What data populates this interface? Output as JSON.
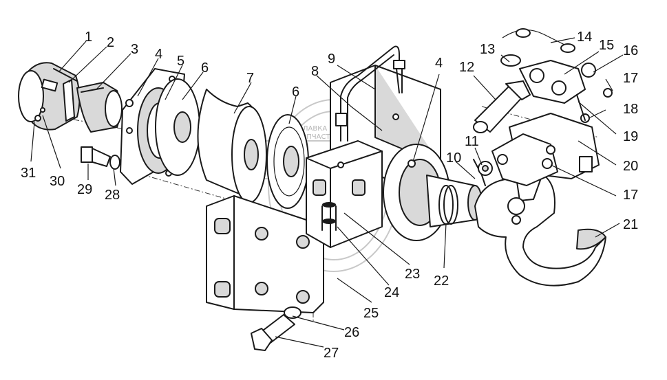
{
  "watermark": {
    "line1": "ЛАВКА",
    "line2": "ЗАПЧАСТЕЙ"
  },
  "callouts": [
    {
      "id": "c1",
      "text": "1"
    },
    {
      "id": "c2",
      "text": "2"
    },
    {
      "id": "c3",
      "text": "3"
    },
    {
      "id": "c4a",
      "text": "4"
    },
    {
      "id": "c5",
      "text": "5"
    },
    {
      "id": "c6a",
      "text": "6"
    },
    {
      "id": "c7",
      "text": "7"
    },
    {
      "id": "c6b",
      "text": "6"
    },
    {
      "id": "c8",
      "text": "8"
    },
    {
      "id": "c9",
      "text": "9"
    },
    {
      "id": "c4b",
      "text": "4"
    },
    {
      "id": "c12",
      "text": "12"
    },
    {
      "id": "c13",
      "text": "13"
    },
    {
      "id": "c14",
      "text": "14"
    },
    {
      "id": "c15",
      "text": "15"
    },
    {
      "id": "c16",
      "text": "16"
    },
    {
      "id": "c17a",
      "text": "17"
    },
    {
      "id": "c18",
      "text": "18"
    },
    {
      "id": "c19",
      "text": "19"
    },
    {
      "id": "c20",
      "text": "20"
    },
    {
      "id": "c17b",
      "text": "17"
    },
    {
      "id": "c21",
      "text": "21"
    },
    {
      "id": "c11",
      "text": "11"
    },
    {
      "id": "c10",
      "text": "10"
    },
    {
      "id": "c22",
      "text": "22"
    },
    {
      "id": "c23",
      "text": "23"
    },
    {
      "id": "c24",
      "text": "24"
    },
    {
      "id": "c25",
      "text": "25"
    },
    {
      "id": "c26",
      "text": "26"
    },
    {
      "id": "c27",
      "text": "27"
    },
    {
      "id": "c28",
      "text": "28"
    },
    {
      "id": "c29",
      "text": "29"
    },
    {
      "id": "c30",
      "text": "30"
    },
    {
      "id": "c31",
      "text": "31"
    }
  ]
}
